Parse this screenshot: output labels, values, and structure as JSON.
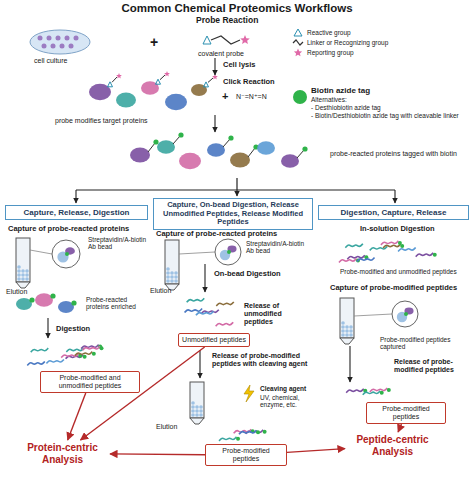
{
  "diagram": {
    "title": "Common Chemical Proteomics Workflows",
    "nodes": [
      {
        "text": [
          "Capture, Release, Digestion"
        ]
      },
      {
        "text": [
          "Capture, On-bead Digestion, Release Unmodified Peptides, Release Modified Peptides"
        ]
      },
      {
        "text": [
          "Digestion, Capture, Release"
        ]
      },
      {
        "text": [
          "Unmodified peptides"
        ]
      },
      {
        "text": [
          "Probe-modified and unmodified peptides"
        ]
      },
      {
        "text": [
          "Probe-modified peptides"
        ]
      },
      {
        "text": [
          "Probe-modified peptides"
        ]
      },
      {
        "text": [
          "Peptide-centric Analysis"
        ]
      },
      {
        "text": [
          "Protein-centric Analysis"
        ]
      }
    ],
    "edges": [
      {
        "from": 4,
        "to": 8,
        "arrow": "to"
      },
      {
        "from": 3,
        "to": 8,
        "arrow": "to"
      },
      {
        "from": 6,
        "to": 8,
        "arrow": "to"
      },
      {
        "from": 6,
        "to": 7,
        "arrow": "to"
      },
      {
        "from": 5,
        "to": 7,
        "arrow": "to"
      }
    ],
    "labels": [
      "Probe Reaction",
      "cell culture",
      "+",
      "covalent probe",
      "Cell lysis",
      "Click Reaction",
      "+",
      "N⁻=N⁺=N",
      "Biotin azide tag",
      "Alternatives:",
      "- Desthiobiotin azide tag",
      "- Biotin/Desthiobiotin azide tag with cleavable linker",
      "probe modifies target proteins",
      "probe-reacted proteins tagged with biotin",
      "Capture of probe-reacted proteins",
      "Streptavidin/A-biotin Ab bead",
      "Elution",
      "Probe-reacted proteins enriched",
      "Digestion",
      "Capture of probe-reacted proteins",
      "Streptavidin/A-biotin Ab bead",
      "On-bead Digestion",
      "Elution",
      "Release of unmodified peptides",
      "Release of probe-modified peptides with cleaving agent",
      "Cleaving agent",
      "UV, chemical, enzyme, etc.",
      "Elution",
      "In-solution Digestion",
      "Probe-modified and unmodified peptides",
      "Capture of probe-modified peptides",
      "Probe-modified peptides captured",
      "Release of probe-modified peptides"
    ],
    "legend": [
      {
        "text": "Reactive group"
      },
      {
        "text": "Linker or Recognizing group"
      },
      {
        "text": "Reporting group"
      }
    ]
  }
}
